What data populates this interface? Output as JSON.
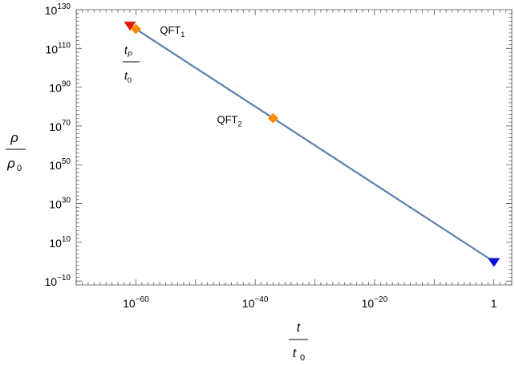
{
  "chart_data": {
    "type": "line",
    "x_scale": "log",
    "y_scale": "log",
    "xlim": [
      1e-70,
      1000.0
    ],
    "ylim": [
      1e-12,
      1e+130
    ],
    "x_ticks": [
      {
        "value": 1e-60,
        "base": "10",
        "exp": "−60"
      },
      {
        "value": 1e-40,
        "base": "10",
        "exp": "−40"
      },
      {
        "value": 1e-20,
        "base": "10",
        "exp": "−20"
      },
      {
        "value": 1,
        "base": "1",
        "exp": ""
      }
    ],
    "y_ticks": [
      {
        "value": 1e-10,
        "base": "10",
        "exp": "−10"
      },
      {
        "value": 10000000000.0,
        "base": "10",
        "exp": "10"
      },
      {
        "value": 1e+30,
        "base": "10",
        "exp": "30"
      },
      {
        "value": 1e+50,
        "base": "10",
        "exp": "50"
      },
      {
        "value": 1e+70,
        "base": "10",
        "exp": "70"
      },
      {
        "value": 1e+90,
        "base": "10",
        "exp": "90"
      },
      {
        "value": 1e+110,
        "base": "10",
        "exp": "110"
      },
      {
        "value": 1e+130,
        "base": "10",
        "exp": "130"
      }
    ],
    "xlabel": {
      "num": "t",
      "den": "t",
      "den_sub": "0"
    },
    "ylabel": {
      "num": "ρ",
      "den": "ρ",
      "den_sub": "0"
    },
    "series": [
      {
        "x": [
          1e-61,
          1
        ],
        "y": [
          1e+122,
          1
        ],
        "color": "#5b7fb0"
      }
    ],
    "markers": [
      {
        "x": 1e-61,
        "y": 1e+122,
        "shape": "triangle-down",
        "color": "#e4190d"
      },
      {
        "x": 1e-60,
        "y": 1e+120,
        "shape": "diamond",
        "color": "#ff8c00",
        "label": "QFT",
        "label_sub": "1"
      },
      {
        "x": 1e-37,
        "y": 1e+74,
        "shape": "diamond",
        "color": "#ff8c00",
        "label": "QFT",
        "label_sub": "2"
      },
      {
        "x": 1,
        "y": 1,
        "shape": "triangle-down",
        "color": "#0a0ad6"
      }
    ],
    "annotations": [
      {
        "num": "t",
        "num_sub": "P",
        "den": "t",
        "den_sub": "0"
      }
    ]
  }
}
